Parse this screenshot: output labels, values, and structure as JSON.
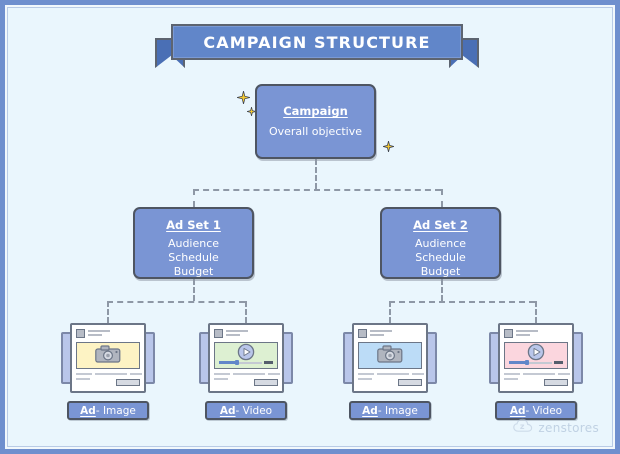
{
  "banner": {
    "title": "CAMPAIGN STRUCTURE"
  },
  "campaign": {
    "title": "Campaign",
    "lines": [
      "Overall objective"
    ]
  },
  "ad_sets": [
    {
      "title": "Ad Set 1",
      "lines": [
        "Audience",
        "Schedule",
        "Budget"
      ]
    },
    {
      "title": "Ad Set 2",
      "lines": [
        "Audience",
        "Schedule",
        "Budget"
      ]
    }
  ],
  "ads": [
    {
      "label_prefix": "Ad",
      "label_suffix": " - Image",
      "media_type": "image",
      "media_color": "#fdf3c4"
    },
    {
      "label_prefix": "Ad",
      "label_suffix": " - Video",
      "media_type": "video",
      "media_color": "#ddf0d2"
    },
    {
      "label_prefix": "Ad",
      "label_suffix": " - Image",
      "media_type": "image",
      "media_color": "#bcdcf7"
    },
    {
      "label_prefix": "Ad",
      "label_suffix": " - Video",
      "media_type": "video",
      "media_color": "#fbd6de"
    }
  ],
  "logo": {
    "text": "zenstores",
    "mark": "z"
  },
  "colors": {
    "frame_border": "#6f8fce",
    "background": "#eaf6fd",
    "node_fill": "#7a95d4",
    "node_border": "#4e5562",
    "banner_fill": "#6186c9",
    "banner_tail": "#4a6fb5",
    "connector": "#8e98a6",
    "sparkle": "#f2c832",
    "accent_blue": "#6186c9"
  }
}
